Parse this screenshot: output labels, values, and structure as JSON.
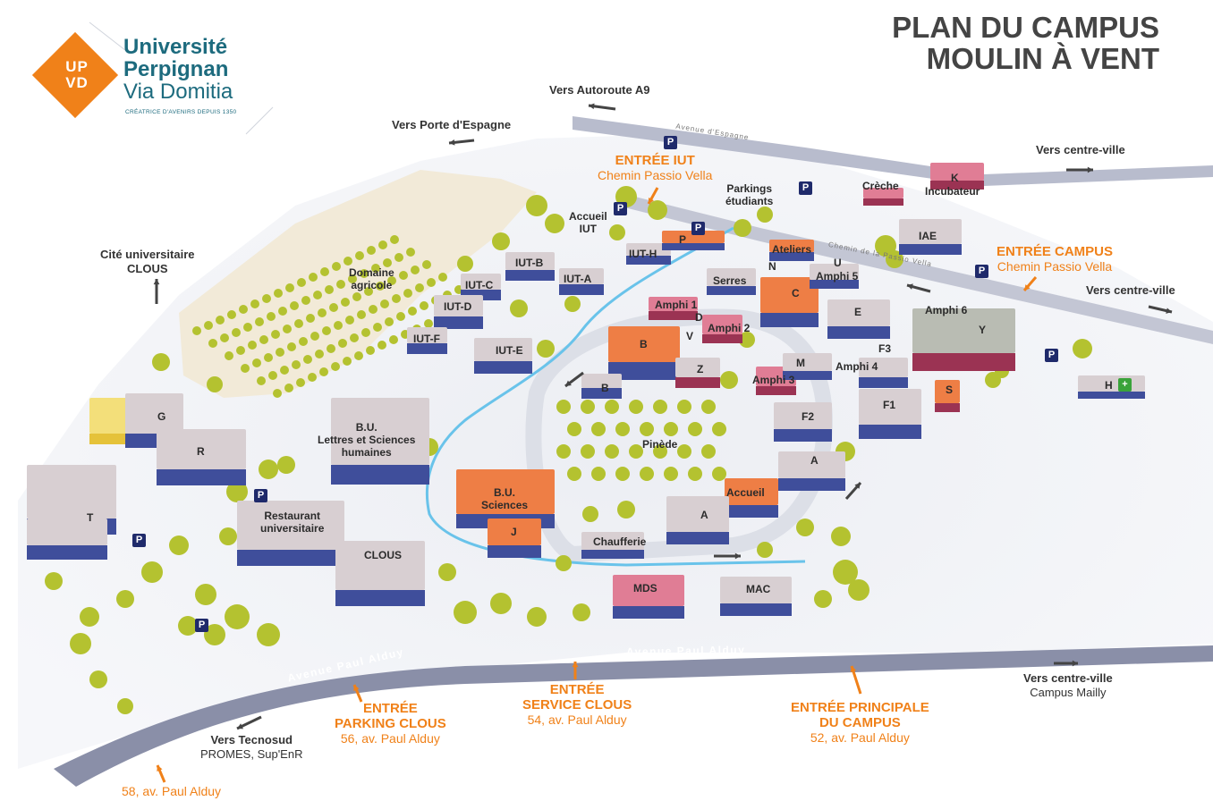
{
  "header": {
    "title_line1": "PLAN DU CAMPUS",
    "title_line2": "MOULIN À VENT"
  },
  "logo": {
    "badge_line1": "UP",
    "badge_line2": "VD",
    "name_line1": "Université",
    "name_line2": "Perpignan",
    "name_line3": "Via Domitia",
    "tagline": "CRÉATRICE D'AVENIRS DEPUIS 1350",
    "color_orange": "#f08119",
    "color_teal": "#1d6b7e"
  },
  "directions": {
    "autoroute": "Vers Autoroute A9",
    "espagne": "Vers Porte d'Espagne",
    "centre1": "Vers centre-ville",
    "centre2": "Vers centre-ville",
    "centre3_line1": "Vers centre-ville",
    "centre3_line2": "Campus Mailly",
    "cite_line1": "Cité universitaire",
    "cite_line2": "CLOUS",
    "tecno_line1": "Vers Tecnosud",
    "tecno_line2": "PROMES, Sup'EnR"
  },
  "entrances": {
    "iut_title": "ENTRÉE IUT",
    "iut_sub": "Chemin Passio Vella",
    "campus_title": "ENTRÉE CAMPUS",
    "campus_sub": "Chemin Passio Vella",
    "parking_title1": "ENTRÉE",
    "parking_title2": "PARKING CLOUS",
    "parking_sub": "56, av. Paul Alduy",
    "service_title1": "ENTRÉE",
    "service_title2": "SERVICE CLOUS",
    "service_sub": "54, av. Paul Alduy",
    "main_title1": "ENTRÉE PRINCIPALE",
    "main_title2": "DU CAMPUS",
    "main_sub": "52, av. Paul Alduy",
    "address58": "58, av. Paul Alduy",
    "color": "#f08119"
  },
  "roads": {
    "alduy_left": "Avenue Paul Alduy",
    "alduy_right": "Avenue Paul Alduy",
    "espagne_small": "Avenue d'Espagne",
    "passio_small": "Chemin de la Passio Vella"
  },
  "buildings": {
    "accueil_iut_1": "Accueil",
    "accueil_iut_2": "IUT",
    "parkings_1": "Parkings",
    "parkings_2": "étudiants",
    "creche": "Crèche",
    "k": "K",
    "incubateur": "Incubateur",
    "iae": "IAE",
    "iut_b": "IUT-B",
    "iut_a": "IUT-A",
    "iut_h": "IUT-H",
    "iut_c": "IUT-C",
    "iut_d": "IUT-D",
    "iut_f": "IUT-F",
    "iut_e": "IUT-E",
    "p_bld": "P",
    "ateliers": "Ateliers",
    "n": "N",
    "u": "U",
    "amphi5": "Amphi 5",
    "serres": "Serres",
    "c": "C",
    "domaine_1": "Domaine",
    "domaine_2": "agricole",
    "amphi1": "Amphi 1",
    "d": "D",
    "v": "V",
    "amphi2": "Amphi 2",
    "b1": "B",
    "b2": "B",
    "e": "E",
    "amphi6": "Amphi 6",
    "y": "Y",
    "f3": "F3",
    "z": "Z",
    "m": "M",
    "amphi4": "Amphi 4",
    "amphi3": "Amphi 3",
    "s": "S",
    "h": "H",
    "f1": "F1",
    "f2": "F2",
    "g": "G",
    "r": "R",
    "bu_lettres_1": "B.U.",
    "bu_lettres_2": "Lettres et Sciences",
    "bu_lettres_3": "humaines",
    "pinede": "Pinède",
    "a1": "A",
    "a2": "A",
    "accueil": "Accueil",
    "bu_sciences_1": "B.U.",
    "bu_sciences_2": "Sciences",
    "j": "J",
    "t": "T",
    "restaurant_1": "Restaurant",
    "restaurant_2": "universitaire",
    "clous": "CLOUS",
    "chaufferie": "Chaufferie",
    "mds": "MDS",
    "mac": "MAC"
  },
  "parking_symbol": "P",
  "health_symbol": "+",
  "colors": {
    "roof": "#d8cfd2",
    "wall": "#3f4e9b",
    "roof_orange": "#ee7e45",
    "roof_pink": "#e07d95",
    "wall_red": "#9b3353",
    "tree": "#b4c230",
    "road": "#8a8fa8",
    "river": "#69c3ea",
    "ground": "#eef0f4"
  }
}
